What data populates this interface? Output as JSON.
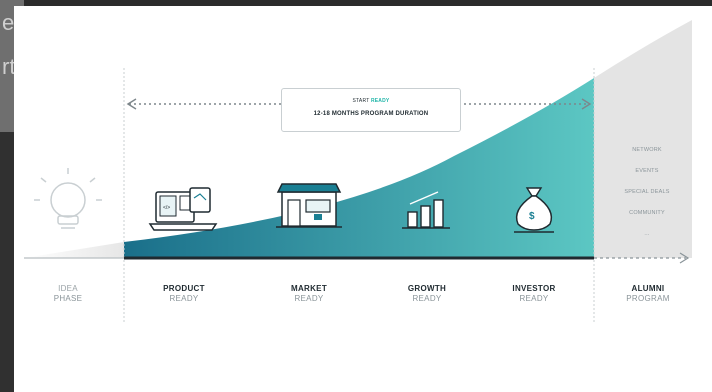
{
  "background_fragment": {
    "line1": "e",
    "line2": "rt"
  },
  "duration": {
    "logo_text_a": "START",
    "logo_text_b": "READY",
    "label": "12-18 MONTHS PROGRAM DURATION"
  },
  "stages": [
    {
      "title": "IDEA",
      "subtitle": "PHASE",
      "icon": "lightbulb-icon"
    },
    {
      "title": "PRODUCT",
      "subtitle": "READY",
      "icon": "laptop-app-icon"
    },
    {
      "title": "MARKET",
      "subtitle": "READY",
      "icon": "storefront-icon"
    },
    {
      "title": "GROWTH",
      "subtitle": "READY",
      "icon": "bar-growth-icon"
    },
    {
      "title": "INVESTOR",
      "subtitle": "READY",
      "icon": "money-bag-icon"
    },
    {
      "title": "ALUMNI",
      "subtitle": "PROGRAM",
      "icon": ""
    }
  ],
  "alumni_items": [
    "NETWORK",
    "EVENTS",
    "SPECIAL DEALS",
    "COMMUNITY",
    "..."
  ],
  "colors": {
    "teal_dark": "#1a7f93",
    "teal_light": "#58c3c0",
    "navy_line": "#1f2a30",
    "gray_area": "#e3e3e3"
  }
}
